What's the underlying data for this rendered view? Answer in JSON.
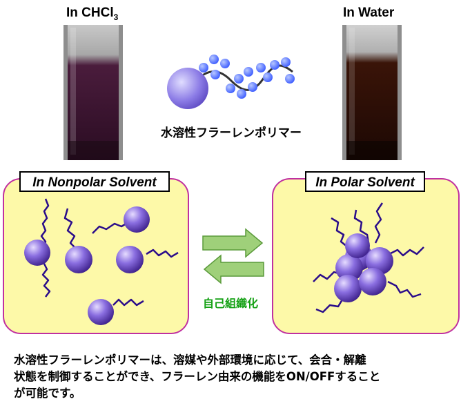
{
  "vials": {
    "left_label_main": "In CHCl",
    "left_label_sub": "3",
    "right_label": "In Water"
  },
  "polymer_name": "水溶性フラーレンポリマー",
  "panels": {
    "left_title": "In Nonpolar Solvent",
    "right_title": "In Polar Solvent"
  },
  "self_organization_label": "自己組織化",
  "description": {
    "line1": "水溶性フラーレンポリマーは、溶媒や外部環境に応じて、会合・解離",
    "line2": "状態を制御することができ、フラーレン由来の機能をON/OFFすること",
    "line3": "が可能です。"
  },
  "colors": {
    "panel_fill": "#fdf9a8",
    "panel_border": "#c030a0",
    "arrow_fill": "#9fd07a",
    "arrow_stroke": "#5a9a3a",
    "sphere": "#7a5cc8",
    "chain": "#3a1a9a",
    "self_org_text": "#12a012"
  },
  "icons": [
    "fullerene-sphere-icon",
    "polymer-chain-icon",
    "equilibrium-arrows-icon"
  ]
}
